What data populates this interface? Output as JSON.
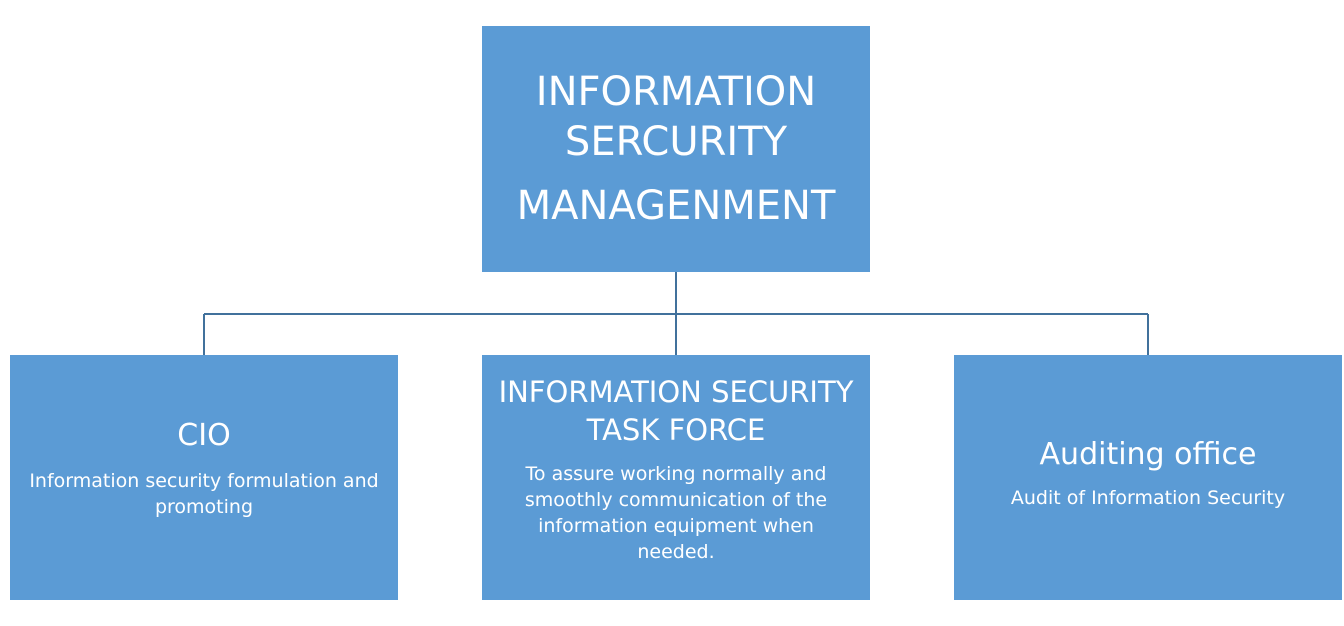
{
  "root": {
    "lines": [
      "INFORMATION",
      "SERCURITY",
      "MANAGENMENT"
    ]
  },
  "children": [
    {
      "title": "CIO",
      "description": "Information security formulation and promoting"
    },
    {
      "title": "INFORMATION SECURITY TASK FORCE",
      "description": "To assure working normally and smoothly communication of the information equipment when needed."
    },
    {
      "title": "Auditing office",
      "description": "Audit of Information Security"
    }
  ],
  "colors": {
    "box_fill": "#5b9bd5",
    "connector": "#41719c",
    "text": "#ffffff"
  }
}
